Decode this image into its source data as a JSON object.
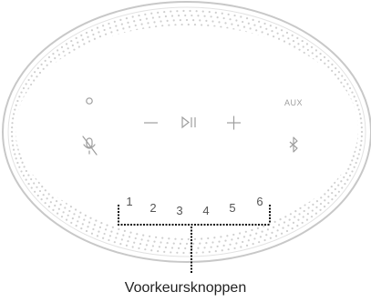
{
  "speaker": {
    "aux_label": "AUX",
    "presets": [
      "1",
      "2",
      "3",
      "4",
      "5",
      "6"
    ],
    "controls": {
      "action_icon": "action-dot-icon",
      "mic_off_icon": "mic-off-icon",
      "volume_down_icon": "minus-icon",
      "play_pause_icon": "play-pause-icon",
      "volume_up_icon": "plus-icon",
      "bluetooth_icon": "bluetooth-icon"
    }
  },
  "caption": "Voorkeursknoppen",
  "colors": {
    "outline": "#c8c8c8",
    "dots": "#cfcfcf",
    "icons": "#9e9e9e",
    "text": "#222222"
  }
}
